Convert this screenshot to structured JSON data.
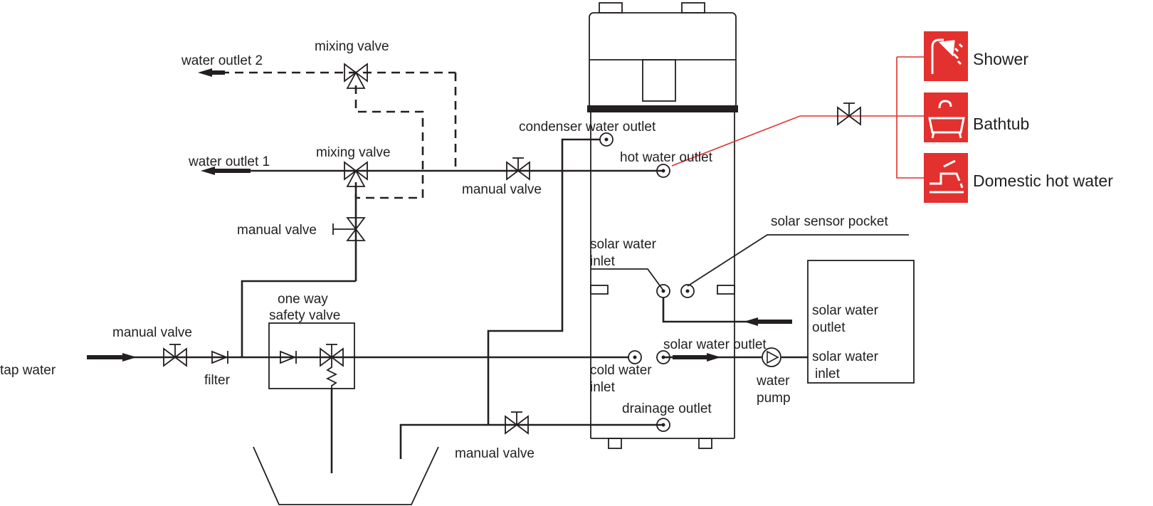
{
  "colors": {
    "line": "#231f20",
    "accent": "#e2312e",
    "background": "#ffffff"
  },
  "labels": {
    "water_outlet_2": "water outlet 2",
    "mixing_valve_top": "mixing valve",
    "water_outlet_1": "water outlet 1",
    "mixing_valve_mid": "mixing valve",
    "manual_valve_vertical": "manual valve",
    "manual_valve_hot": "manual valve",
    "condenser_water_outlet": "condenser water outlet",
    "hot_water_outlet": "hot water outlet",
    "solar_sensor_pocket": "solar sensor pocket",
    "solar_water_inlet_tank_1": "solar water",
    "solar_water_inlet_tank_2": "inlet",
    "one_way_1": "one way",
    "one_way_2": "safety valve",
    "manual_valve_tap": "manual valve",
    "tap_water": "tap water",
    "filter": "filter",
    "solar_water_outlet_box_1": "solar water",
    "solar_water_outlet_box_2": "outlet",
    "solar_water_outlet_tank": "solar water outlet",
    "cold_water_inlet_1": "cold water",
    "cold_water_inlet_2": "inlet",
    "solar_water_inlet_box_1": "solar water",
    "solar_water_inlet_box_2": "inlet",
    "water_pump_1": "water",
    "water_pump_2": "pump",
    "drainage_outlet": "drainage outlet",
    "manual_valve_drain": "manual valve"
  },
  "outlets": [
    {
      "label": "Shower",
      "icon": "shower-icon"
    },
    {
      "label": "Bathtub",
      "icon": "bathtub-icon"
    },
    {
      "label": "Domestic hot water",
      "icon": "faucet-icon"
    }
  ]
}
